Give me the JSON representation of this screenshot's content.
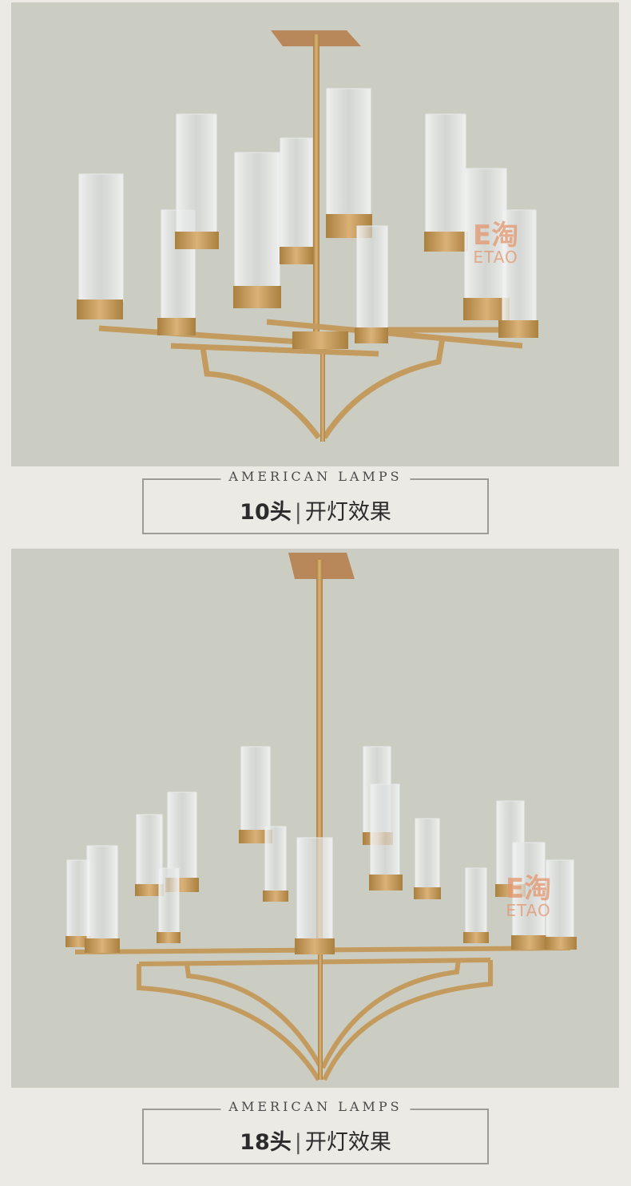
{
  "sections": [
    {
      "eyebrow": "AMERICAN LAMPS",
      "count": "10头",
      "label": "开灯效果",
      "watermark_mark": "E淘",
      "watermark_text": "ETAO"
    },
    {
      "eyebrow": "AMERICAN LAMPS",
      "count": "18头",
      "label": "开灯效果",
      "watermark_mark": "E淘",
      "watermark_text": "ETAO"
    }
  ],
  "colors": {
    "photo_background": "#cccdc2",
    "brass": "#c9a063",
    "glass": "#e3e5e6",
    "frame": "#9b9b98"
  }
}
